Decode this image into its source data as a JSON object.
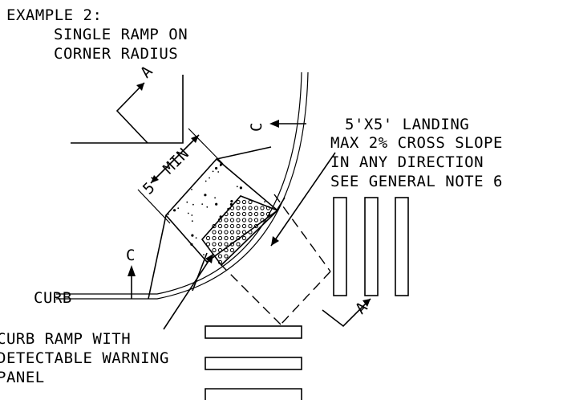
{
  "title": {
    "line1": "EXAMPLE 2:",
    "line2": "SINGLE RAMP ON",
    "line3": "CORNER RADIUS"
  },
  "landing_note": {
    "line1": "5'X5' LANDING",
    "line2": "MAX 2% CROSS SLOPE",
    "line3": "IN ANY DIRECTION",
    "line4": "SEE GENERAL NOTE 6"
  },
  "ramp_note": {
    "line1": "CURB RAMP WITH",
    "line2": "DETECTABLE WARNING",
    "line3": "PANEL"
  },
  "dimension_label": "5' MIN",
  "curb_label": "CURB",
  "section_c_label": "C",
  "section_a_label": "A"
}
